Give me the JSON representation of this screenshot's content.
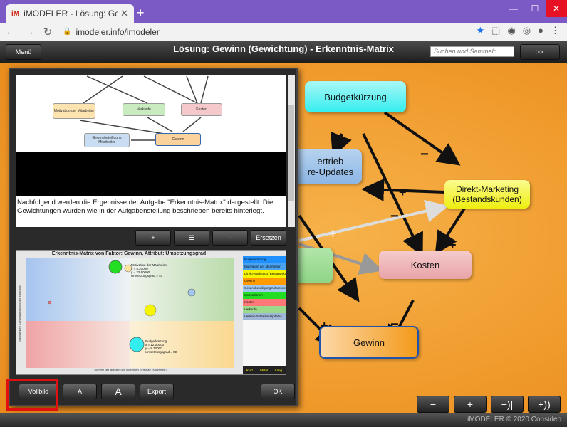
{
  "browser": {
    "tab_title": "iMODELER - Lösung: Gewinn (Ge",
    "tab_favicon": "iM",
    "new_tab_label": "+",
    "url": "imodeler.info/imodeler"
  },
  "app": {
    "title": "Lösung: Gewinn (Gewichtung) - Erkenntnis-Matrix",
    "menu_label": "Menü",
    "search_placeholder": "Suchen und Sammeln",
    "expand_label": ">>",
    "footer": "iMODELER © 2020 Consideo"
  },
  "graph": {
    "nodes": {
      "budget": "Budgetkürzung",
      "vertrieb": "ertrieb\nre-Updates",
      "direkt": "Direkt-Marketing\n(Bestandskunden)",
      "kosten": "Kosten",
      "gewinn": "Gewinn"
    },
    "edge_labels": {
      "minus": "−",
      "plus": "+"
    },
    "zoom_out": "−",
    "zoom_in": "+",
    "step_back": "−)|",
    "step_fwd": "+))"
  },
  "dialog": {
    "mini_nodes": {
      "motivation": "Motivation der Mitarbeiter",
      "verkaeufe": "Verkäufe",
      "kosten": "Kosten",
      "gewinnbeteiligung": "Gewinnbeteiligung Mitarbeiter",
      "gewinn": "Gewinn"
    },
    "text": "Nachfolgend werden die Ergebnisse der Aufgabe \"Erkenntnis-Matrix\" dargestellt. Die Gewichtungen wurden wie in der Aufgabenstellung beschrieben bereits hinterlegt.",
    "tools": {
      "add": "+",
      "list": "☰",
      "remove": "-",
      "replace": "Ersetzen"
    },
    "chart_title": "Erkenntnis-Matrix von Faktor: Gewinn, Attribut: Umsetzungsgrad",
    "axis_x": "Summe der direkten und indirekten Einflüsse (Kurzfristig)",
    "axis_y": "Wirksamkeit (Umsetzungsgrad der Einflüsse)",
    "annotations": {
      "motivation": [
        "Motivation der Mitarbeiter",
        "x = 4.20000",
        "y = 22.60000",
        "Umsetzungsgrad = 40"
      ],
      "budget": [
        "Budgetkürzung",
        "x = 12.00000",
        "y = 8.70000",
        "Umsetzungsgrad = 90"
      ]
    },
    "legend": [
      {
        "label": "Budgetkürzung",
        "color": "#1e90ff"
      },
      {
        "label": "Motivation der Mitarbeiter",
        "color": "#4aa3f0"
      },
      {
        "label": "Direkt-Marketing (Bestandskunden)",
        "color": "#f5f500"
      },
      {
        "label": "Gewinn",
        "color": "#ff9a00"
      },
      {
        "label": "Gewinnbeteiligung Mitarbeiter",
        "color": "#a0c8f0"
      },
      {
        "label": "Innovationen",
        "color": "#22dd22"
      },
      {
        "label": "Kosten",
        "color": "#ff7777"
      },
      {
        "label": "Verkäufe",
        "color": "#9bd98b"
      },
      {
        "label": "Vertrieb Software-Updates",
        "color": "#a0b8d8"
      }
    ],
    "legend_foot": [
      "Kurz",
      "Mittel",
      "Lang"
    ],
    "buttons": {
      "vollbild": "Vollbild",
      "font_small": "A",
      "font_large": "A",
      "export": "Export",
      "ok": "OK"
    }
  }
}
